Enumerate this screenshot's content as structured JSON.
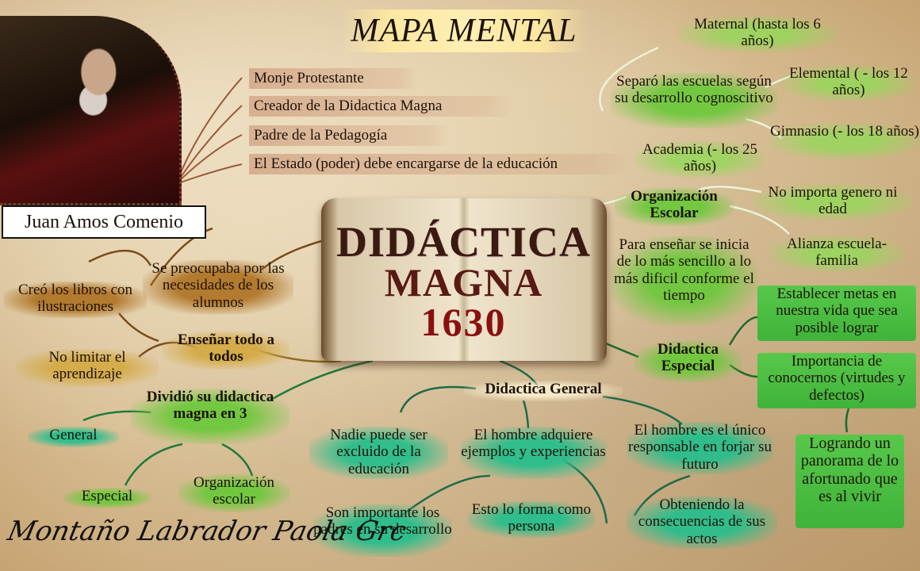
{
  "title": "MAPA MENTAL",
  "person_name": "Juan Amos Comenio",
  "book": {
    "line1": "DIDÁCTICA",
    "line2": "MAGNA",
    "year": "1630"
  },
  "bio_items": [
    "Monje Protestante",
    "Creador de la Didactica Magna",
    "Padre de la Pedagogía",
    "El Estado (poder) debe encargarse de la educación"
  ],
  "left": {
    "preocupaba": "Se preocupaba por las necesidades de los alumnos",
    "libros": "Creó los libros con ilustraciones",
    "ensenar": "Enseñar todo a todos",
    "no_limitar": "No limitar el aprendizaje",
    "dividio": "Dividió su didactica magna en 3",
    "general": "General",
    "especial": "Especial",
    "organizacion": "Organización escolar"
  },
  "org": {
    "title": "Organización Escolar",
    "separo": "Separó las escuelas según su desarrollo cognoscitivo",
    "maternal": "Maternal (hasta los 6 años)",
    "elemental": "Elemental ( - los 12 años)",
    "gimnasio": "Gimnasio (- los 18 años)",
    "academia": "Academia (- los 25 años)",
    "genero": "No importa genero ni edad",
    "alianza": "Alianza escuela-familia",
    "ensenar": "Para enseñar se inicia de lo más sencillo a lo más dificil conforme el tiempo"
  },
  "especial": {
    "title": "Didactica Especial",
    "metas": "Establecer metas en nuestra vida que sea posible lograr",
    "conocernos": "Importancia de conocernos (virtudes y defectos)",
    "panorama": "Logrando un panorama de lo afortunado que es al vivir"
  },
  "general": {
    "title": "Didactica General",
    "nadie": "Nadie puede ser excluido de la educación",
    "hombre": "El hombre adquiere ejemplos y experiencias",
    "responsable": "El hombre es el único responsable en forjar su futuro",
    "padres": "Son importante los padres en su desarrollo",
    "persona": "Esto lo forma como persona",
    "consecuencias": "Obteniendo la consecuencias de sus actos"
  },
  "signature": "Montaño Labrador Paola Grc"
}
